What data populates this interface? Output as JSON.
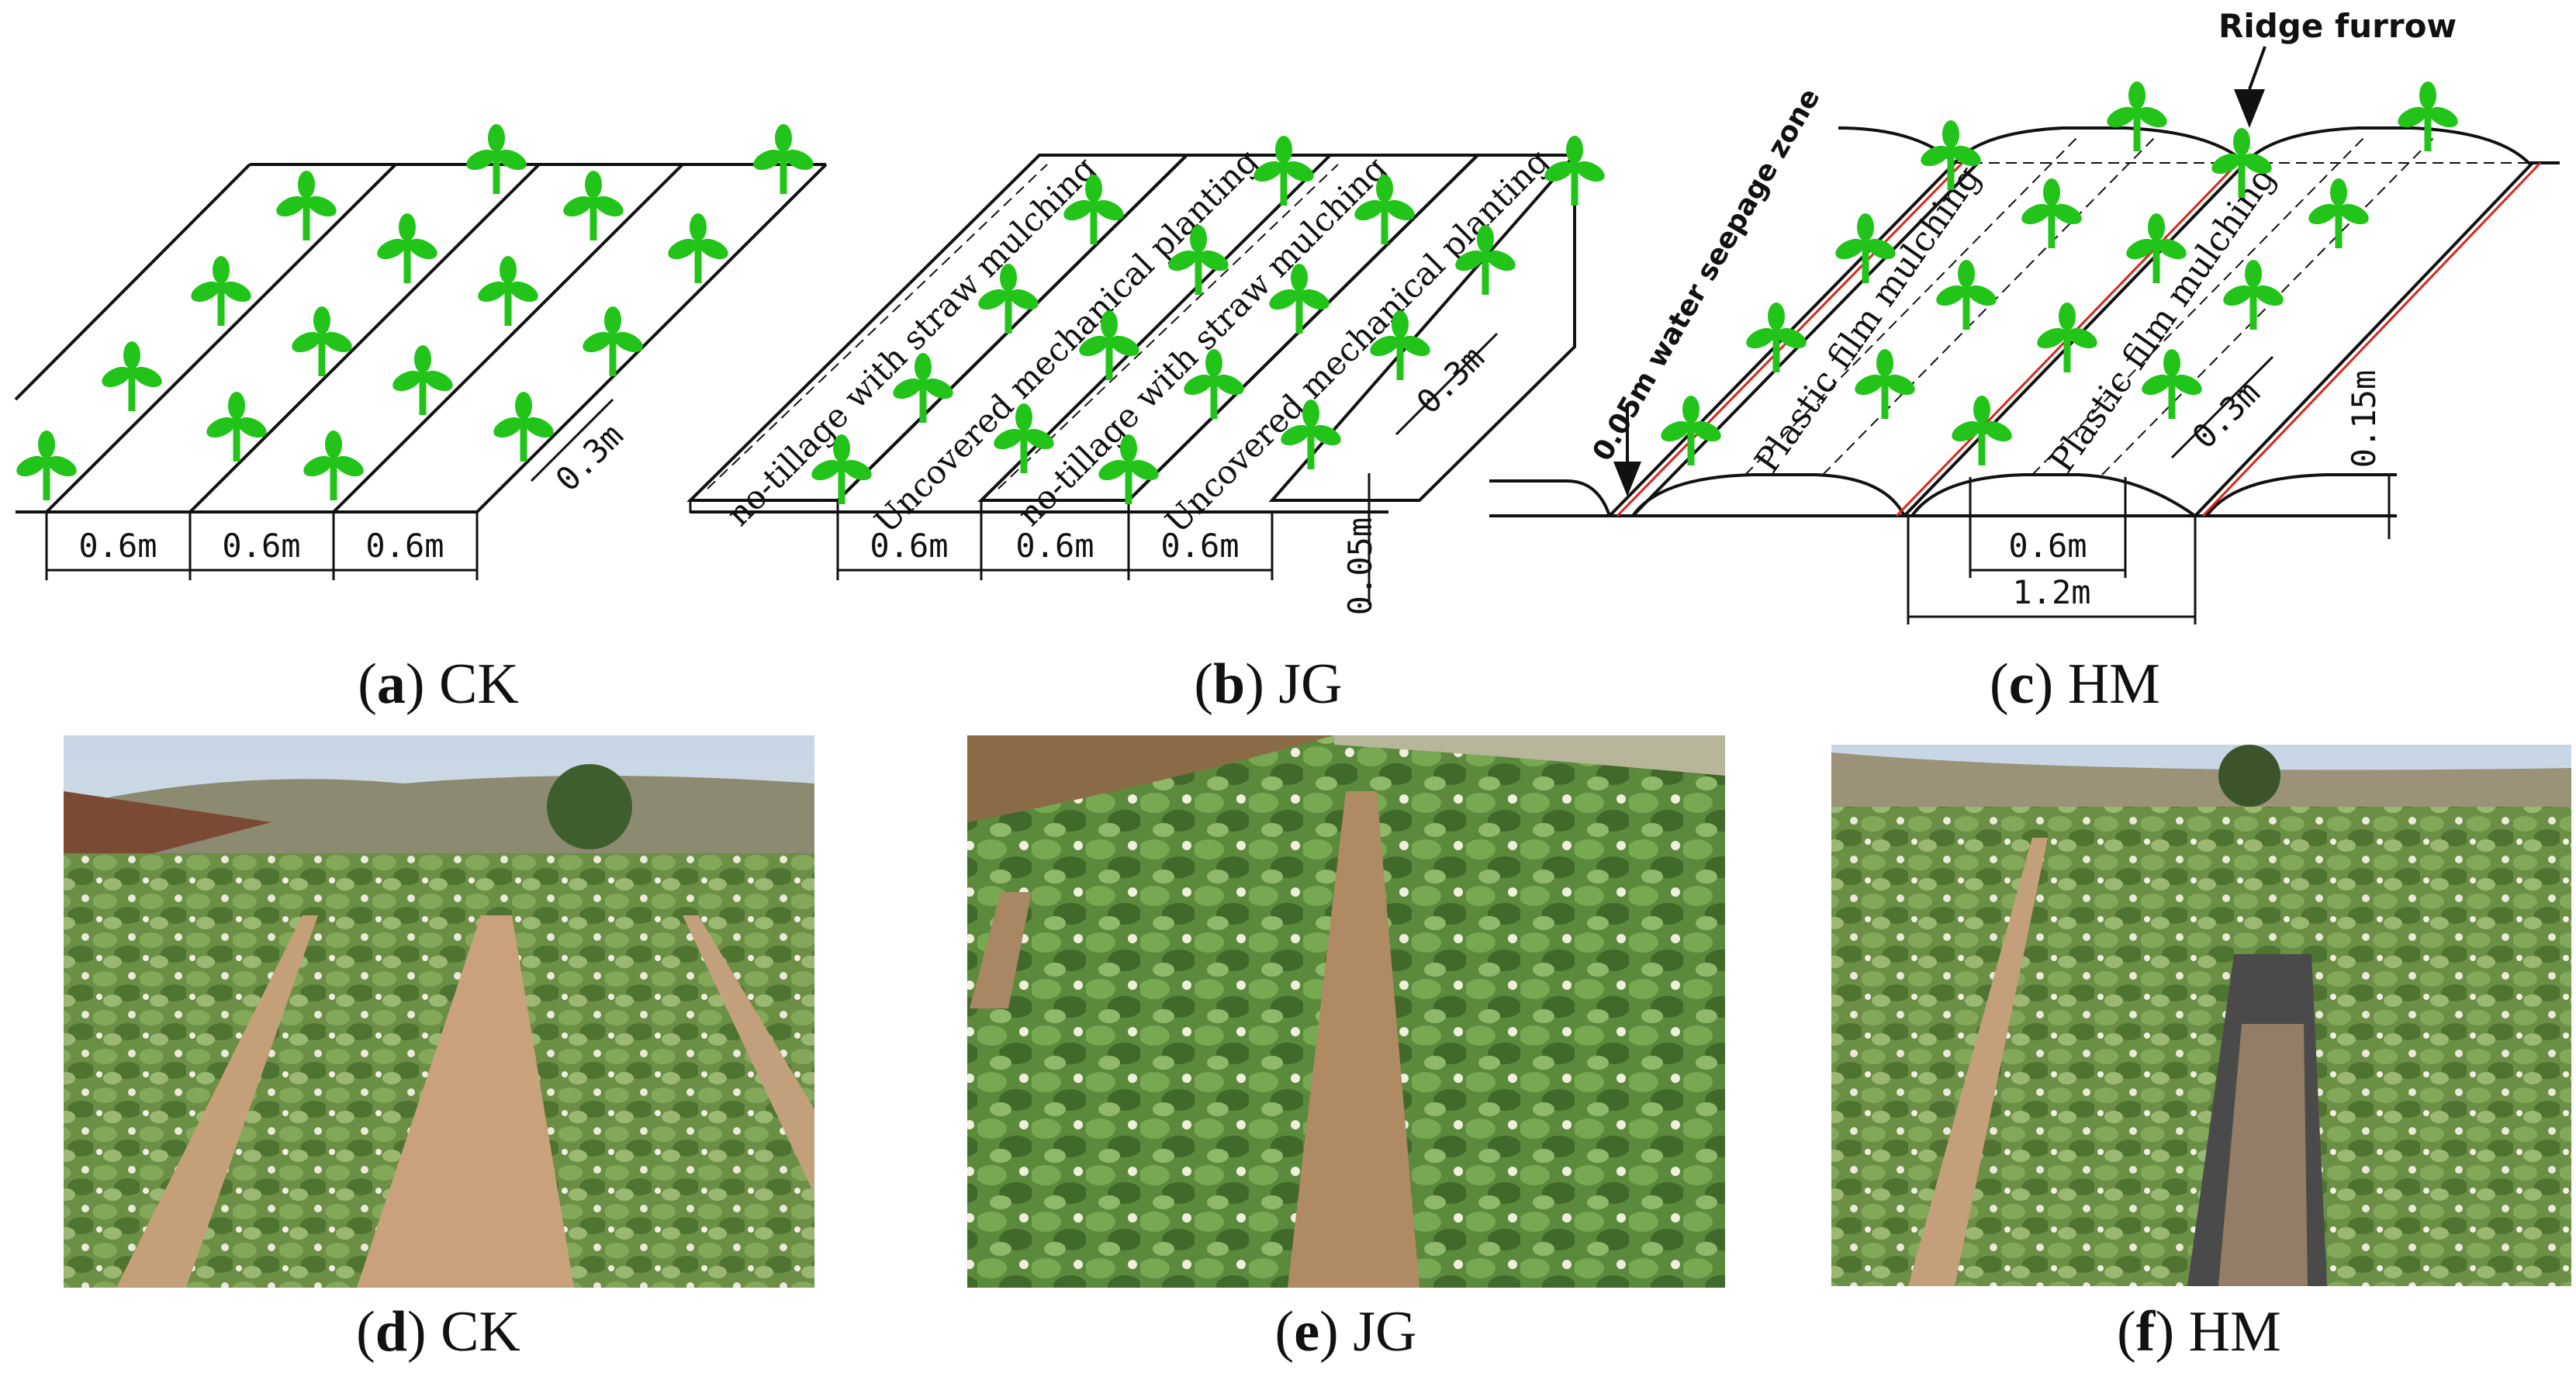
{
  "panels": {
    "a": {
      "letter": "a",
      "label": "CK",
      "dims": [
        "0.6m",
        "0.6m",
        "0.6m"
      ],
      "spacing": "0.3m"
    },
    "b": {
      "letter": "b",
      "label": "JG",
      "dims": [
        "0.6m",
        "0.6m",
        "0.6m"
      ],
      "spacing": "0.3m",
      "depth": "0.05m",
      "strips": [
        "no-tillage with straw mulching",
        "Uncovered mechanical planting",
        "no-tillage with straw mulching",
        "Uncovered mechanical planting"
      ]
    },
    "c": {
      "letter": "c",
      "label": "HM",
      "ridge_label": "Ridge furrow",
      "seepage_label": "0.05m water seepage zone",
      "film": [
        "Plastic film mulching",
        "Plastic film mulching"
      ],
      "spacing": "0.3m",
      "height": "0.15m",
      "width_small": "0.6m",
      "width_large": "1.2m"
    },
    "d": {
      "letter": "d",
      "label": "CK"
    },
    "e": {
      "letter": "e",
      "label": "JG"
    },
    "f": {
      "letter": "f",
      "label": "HM"
    }
  },
  "colors": {
    "plant": "#22c41a",
    "line": "#111111",
    "red": "#d8261c",
    "soil": "#c9a27c",
    "foliage": "#5f8a3a",
    "sky": "#dde6ee"
  }
}
